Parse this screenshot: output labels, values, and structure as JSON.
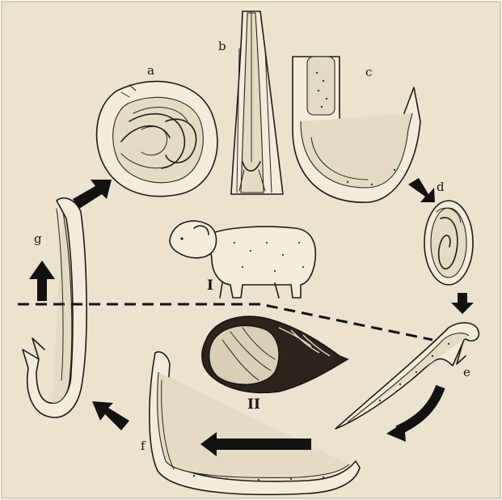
{
  "labels": {
    "a": "a",
    "b": "b",
    "c": "c",
    "d": "d",
    "e": "e",
    "f": "f",
    "g": "g"
  },
  "hosts": {
    "upper": "I",
    "lower": "II"
  },
  "colors": {
    "paper": "#ebe3cf",
    "ink": "#1f1b16",
    "arrow": "#141210"
  }
}
